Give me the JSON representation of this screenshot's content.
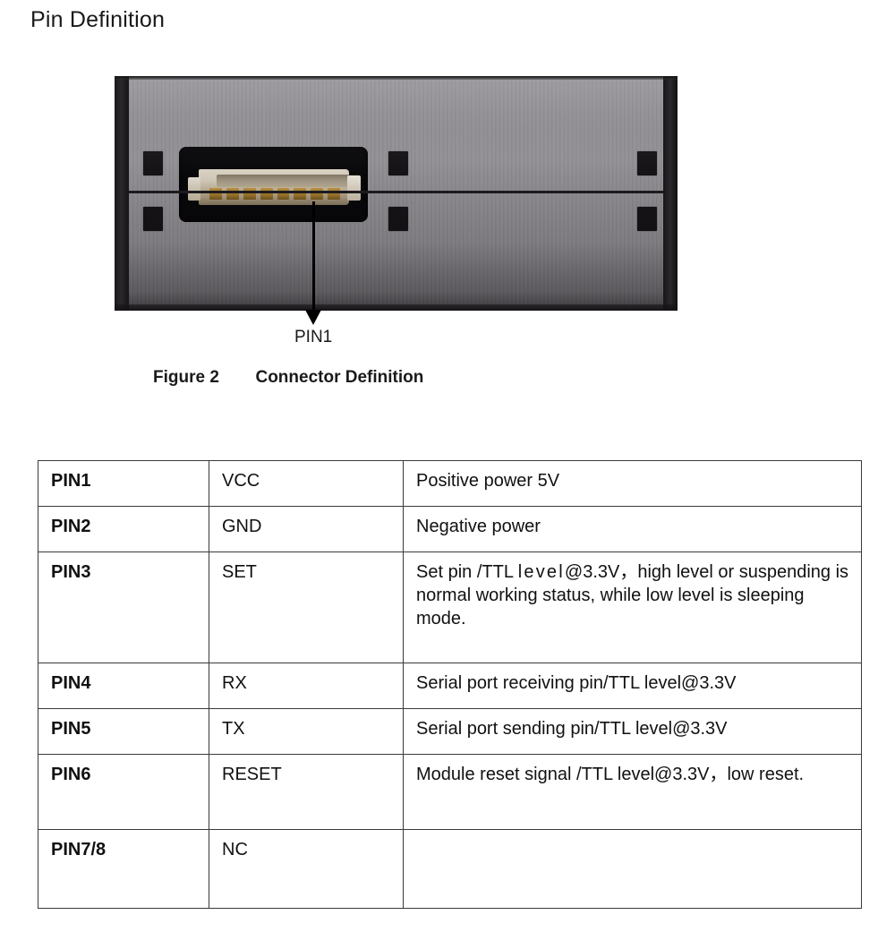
{
  "page": {
    "title": "Pin Definition"
  },
  "figure": {
    "pointer_label": "PIN1",
    "caption_number": "Figure 2",
    "caption_text": "Connector Definition",
    "device": {
      "connector_pin_count": 8,
      "body_color": "#8d8a90",
      "bezel_color": "#1c1a1d",
      "connector_well_color": "#08070a",
      "connector_housing_color": "#cfc7b6",
      "pin_color": "#9a742c"
    }
  },
  "pin_table": {
    "rows": [
      {
        "pin": "PIN1",
        "name": "VCC",
        "description": "Positive power 5V"
      },
      {
        "pin": "PIN2",
        "name": "GND",
        "description": "Negative power"
      },
      {
        "pin": "PIN3",
        "name": "SET",
        "description_pre": "Set pin /TTL ",
        "description_spaced": "level",
        "description_post": "@3.3V，high level or suspending is normal working status, while low level is sleeping mode."
      },
      {
        "pin": "PIN4",
        "name": "RX",
        "description": "Serial port receiving pin/TTL level@3.3V"
      },
      {
        "pin": "PIN5",
        "name": "TX",
        "description": "Serial port sending pin/TTL level@3.3V"
      },
      {
        "pin": "PIN6",
        "name": "RESET",
        "description": "Module reset signal /TTL level@3.3V，low reset."
      },
      {
        "pin": "PIN7/8",
        "name": "NC",
        "description": ""
      }
    ]
  }
}
